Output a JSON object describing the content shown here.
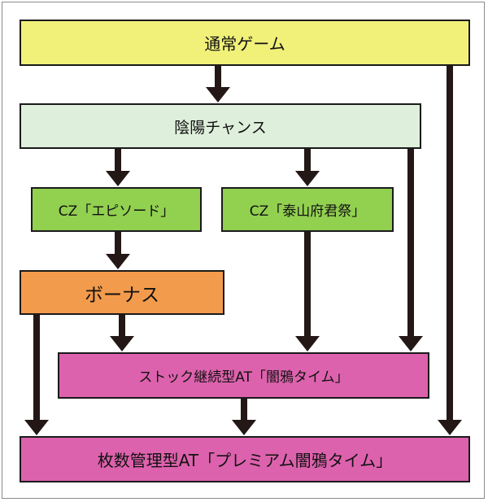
{
  "colors": {
    "normal": "#f1f17a",
    "inyou": "#deefdc",
    "cz": "#92d050",
    "bonus": "#f39b4c",
    "at": "#dd62ad",
    "arrow": "#231815"
  },
  "nodes": {
    "normal_game": "通常ゲーム",
    "inyou_chance": "陰陽チャンス",
    "cz_episode": "CZ「エピソード」",
    "cz_taizan": "CZ「泰山府君祭」",
    "bonus": "ボーナス",
    "stock_at": "ストック継続型AT「闇鴉タイム」",
    "medal_at": "枚数管理型AT「プレミアム闇鴉タイム」"
  }
}
